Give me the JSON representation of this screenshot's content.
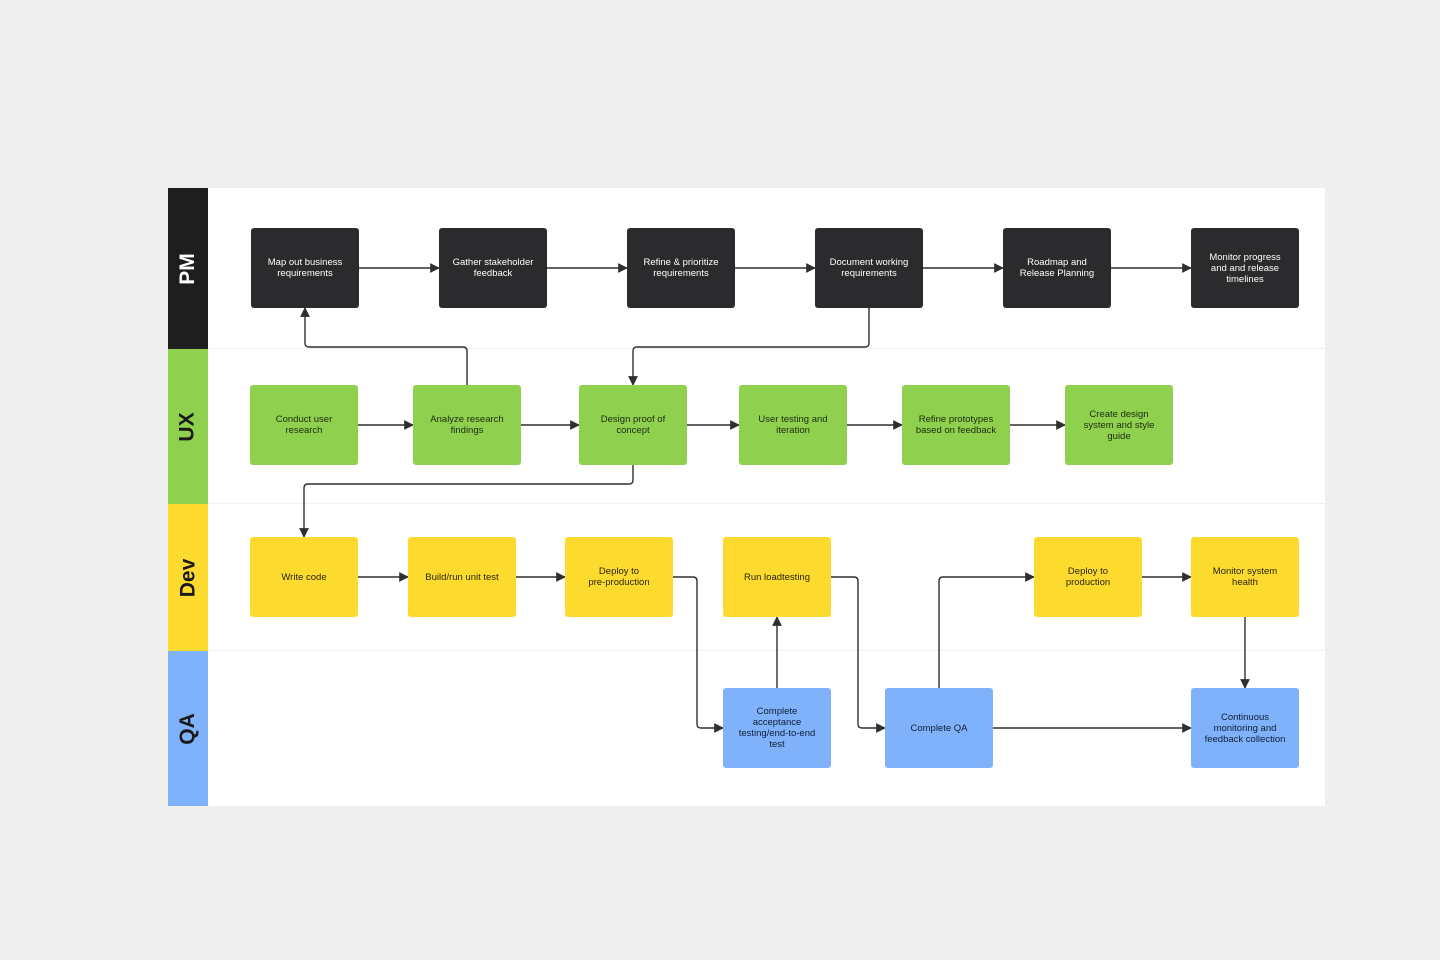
{
  "colors": {
    "canvas": "#efefef",
    "board": "#ffffff",
    "pm": "#1e1e1f",
    "ux": "#8fd14f",
    "dev": "#fddb2e",
    "qa": "#7fb2fb",
    "connector": "#2f2f2f"
  },
  "lanes": {
    "pm": "PM",
    "ux": "UX",
    "dev": "Dev",
    "qa": "QA"
  },
  "nodes": {
    "pm_1": "Map out business\nrequirements",
    "pm_2": "Gather stakeholder\nfeedback",
    "pm_3": "Refine & prioritize\nrequirements",
    "pm_4": "Document working\nrequirements",
    "pm_5": "Roadmap and\nRelease Planning",
    "pm_6": "Monitor progress\nand  and release\ntimelines",
    "ux_1": "Conduct user\nresearch",
    "ux_2": "Analyze research\nfindings",
    "ux_3": "Design proof of\nconcept",
    "ux_4": "User testing and\niteration",
    "ux_5": "Refine prototypes\nbased on feedback",
    "ux_6": "Create design\nsystem and style\nguide",
    "dev_1": "Write code",
    "dev_2": "Build/run unit test",
    "dev_3": "Deploy to\npre-production",
    "dev_4": "Run loadtesting",
    "dev_5": "Deploy to\nproduction",
    "dev_6": "Monitor system\nhealth",
    "qa_1": "Complete\nacceptance\ntesting/end-to-end\ntest",
    "qa_2": "Complete QA",
    "qa_3": "Continuous\nmonitoring and\nfeedback collection"
  },
  "edges": [
    [
      "pm_1",
      "pm_2"
    ],
    [
      "pm_2",
      "pm_3"
    ],
    [
      "pm_3",
      "pm_4"
    ],
    [
      "pm_4",
      "pm_5"
    ],
    [
      "pm_5",
      "pm_6"
    ],
    [
      "ux_2",
      "pm_1"
    ],
    [
      "pm_4",
      "ux_3"
    ],
    [
      "ux_1",
      "ux_2"
    ],
    [
      "ux_2",
      "ux_3"
    ],
    [
      "ux_3",
      "ux_4"
    ],
    [
      "ux_4",
      "ux_5"
    ],
    [
      "ux_5",
      "ux_6"
    ],
    [
      "ux_3",
      "dev_1"
    ],
    [
      "dev_1",
      "dev_2"
    ],
    [
      "dev_2",
      "dev_3"
    ],
    [
      "dev_3",
      "qa_1"
    ],
    [
      "qa_1",
      "dev_4"
    ],
    [
      "dev_4",
      "qa_2"
    ],
    [
      "qa_2",
      "dev_5"
    ],
    [
      "dev_5",
      "dev_6"
    ],
    [
      "dev_6",
      "qa_3"
    ],
    [
      "qa_2",
      "qa_3"
    ]
  ]
}
